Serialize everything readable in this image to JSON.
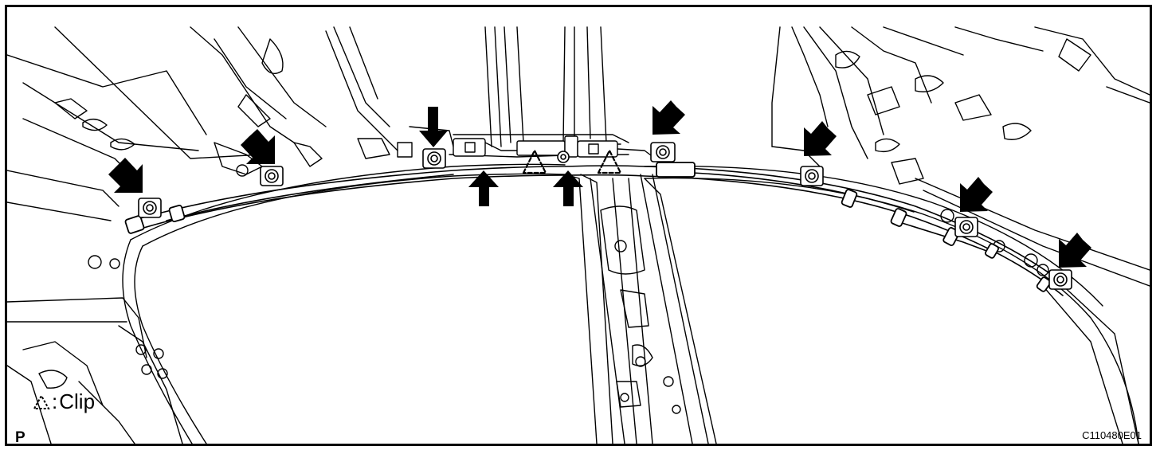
{
  "legend": {
    "symbol_name": "clip-triangle-icon",
    "symbol_suffix": ":",
    "label": "Clip"
  },
  "corner_label": "P",
  "figure_code": "C110480E01",
  "colors": {
    "ink": "#000000",
    "paper": "#ffffff"
  }
}
